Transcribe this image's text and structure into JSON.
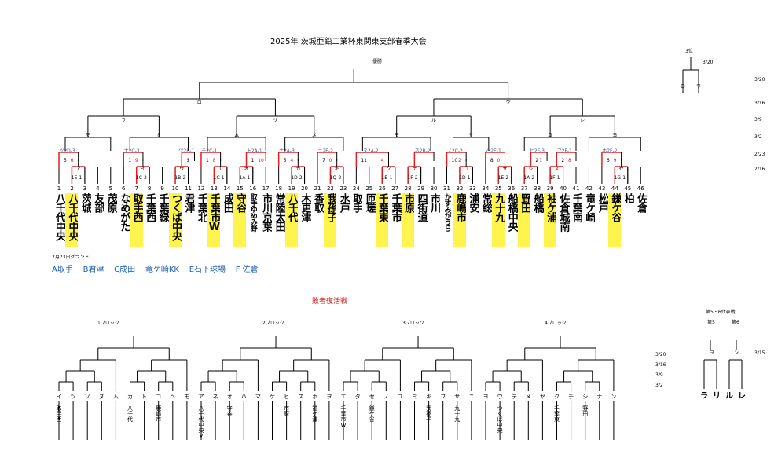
{
  "title": "2025年 茨城亜鉛工業杯東関東支部春季大会",
  "winners_label": "優勝",
  "third_place": {
    "label": "3位",
    "date": "3/20",
    "left": "ロ",
    "right": "ワ"
  },
  "round_dates": [
    "3/20",
    "3/16",
    "3/9",
    "3/2",
    "2/23",
    "2/16"
  ],
  "semis": [
    "ロ",
    "ワ"
  ],
  "quarters": [
    "ラ",
    "リ",
    "ル",
    "レ"
  ],
  "r16": [
    "マ",
    "ミ",
    "ム",
    "メ",
    "モ",
    "ヤ",
    "ユ",
    "ヨ"
  ],
  "r32": [
    {
      "label": "ツ2D-3",
      "s1": "5",
      "s2": "6"
    },
    {
      "label": "ナ2C-3",
      "s1": "1",
      "s2": "9"
    },
    {
      "label": "ツ2B-1",
      "s1": "1",
      "s2": "5"
    },
    {
      "label": "テ2C-1",
      "s1": "1",
      "s2": "8"
    },
    {
      "label": "ト2A-1",
      "s1": "1",
      "s2": "10"
    },
    {
      "label": "ナ2A-3",
      "s1": "5",
      "s2": "4"
    },
    {
      "label": "ニ2E-2",
      "s1": "7",
      "s2": "0"
    },
    {
      "label": "ヌ2A-2",
      "s1": "11",
      "s2": "4"
    },
    {
      "label": "ネ2B-2",
      "s1": "",
      "s2": ""
    },
    {
      "label": "ノ2C-2",
      "s1": "10",
      "s2": "2"
    },
    {
      "label": "ハ2E-1",
      "s1": "8",
      "s2": "0"
    },
    {
      "label": "ヒ2F-3",
      "s1": "2",
      "s2": "1"
    },
    {
      "label": "フ2F-1",
      "s1": "2",
      "s2": "8"
    },
    {
      "label": "ホ2F-2",
      "s1": "6",
      "s2": "9"
    }
  ],
  "r1": [
    {
      "label": "ア",
      "code": "1E-1"
    },
    {
      "label": "イ",
      "code": "1C-2"
    },
    {
      "label": "ウ",
      "code": "1B-2"
    },
    {
      "label": "エ",
      "code": "1C-1"
    },
    {
      "label": "オ",
      "code": "1A-1"
    },
    {
      "label": "カ",
      "code": "1D-2"
    },
    {
      "label": "キ",
      "code": "1Q-2"
    },
    {
      "label": "ク",
      "code": "1B-1"
    },
    {
      "label": "ケ",
      "code": "1F-2"
    },
    {
      "label": "コ",
      "code": "1D-1"
    },
    {
      "label": "サ",
      "code": "1E-2"
    },
    {
      "label": "シ",
      "code": "1A-2"
    },
    {
      "label": "ス",
      "code": "1F-1"
    },
    {
      "label": "セ",
      "code": "1G-1"
    }
  ],
  "teams": [
    "八千代中央",
    "八千代中央V",
    "茨城",
    "友部",
    "茂原",
    "なめがた",
    "取手西",
    "千葉西",
    "千葉緑",
    "つくば中央",
    "君津",
    "千葉北",
    "千葉市W",
    "成田",
    "守谷",
    "取手ゆめみ野",
    "市川京葉",
    "常陸太田",
    "八千代",
    "木更津",
    "香取",
    "我孫子",
    "水戸",
    "取手",
    "匝瑳",
    "千葉東",
    "千葉市",
    "市原",
    "四街道",
    "市川",
    "かすみがうら",
    "鹿嶋市",
    "浦安",
    "常総",
    "九十九",
    "船橋中央",
    "野田",
    "船橋",
    "袖ケ浦",
    "佐倉城南",
    "千葉南",
    "竜ケ崎",
    "松戸",
    "鎌ケ谷",
    "柏",
    "佐倉"
  ],
  "ground_title": "2月23日グランド",
  "grounds": [
    "A取手",
    "B君津",
    "C成田",
    "竜ケ崎KK",
    "E石下球場",
    "F 佐倉"
  ],
  "losers": {
    "title": "敗者復活戦",
    "blocks": [
      "1ブロック",
      "2ブロック",
      "3ブロック",
      "4ブロック"
    ],
    "dates": [
      "3/20",
      "3/16",
      "3/9",
      "3/2"
    ],
    "kana": [
      "イ",
      "ツ",
      "ソ",
      "ヌ",
      "ム",
      "カ",
      "ト",
      "コ",
      "ヘ",
      "モ",
      "ア",
      "ネ",
      "オ",
      "ハ",
      "マ",
      "ケ",
      "ヒ",
      "ス",
      "ホ",
      "ヲ",
      "エ",
      "タ",
      "セ",
      "ノ",
      "ユ",
      "ミ",
      "キ",
      "フ",
      "サ",
      "ニ",
      "ヨ",
      "ウ",
      "テ",
      "メ",
      "ヤ",
      "ク",
      "チ",
      "シ",
      "ナ",
      "ン"
    ],
    "teams": [
      {
        "slot": 0,
        "name": "取手西"
      },
      {
        "slot": 5,
        "name": "八千代"
      },
      {
        "slot": 7,
        "name": "鹿嶋市"
      },
      {
        "slot": 10,
        "name": "八千代中央V"
      },
      {
        "slot": 12,
        "name": "守谷"
      },
      {
        "slot": 16,
        "name": "市原"
      },
      {
        "slot": 18,
        "name": "袖ケ浦"
      },
      {
        "slot": 20,
        "name": "千葉市W"
      },
      {
        "slot": 22,
        "name": "鎌ケ谷"
      },
      {
        "slot": 26,
        "name": "我孫子"
      },
      {
        "slot": 28,
        "name": "九十九"
      },
      {
        "slot": 31,
        "name": "つくば中央"
      },
      {
        "slot": 35,
        "name": "千葉東"
      },
      {
        "slot": 37,
        "name": "野田"
      }
    ]
  },
  "playoff": {
    "title": "第5・6代表戦",
    "labels": [
      "第5",
      "第6"
    ],
    "mid": [
      "ヲ",
      "ン"
    ],
    "date": "3/15",
    "finals": [
      "ラ",
      "リ",
      "ル",
      "レ"
    ]
  }
}
